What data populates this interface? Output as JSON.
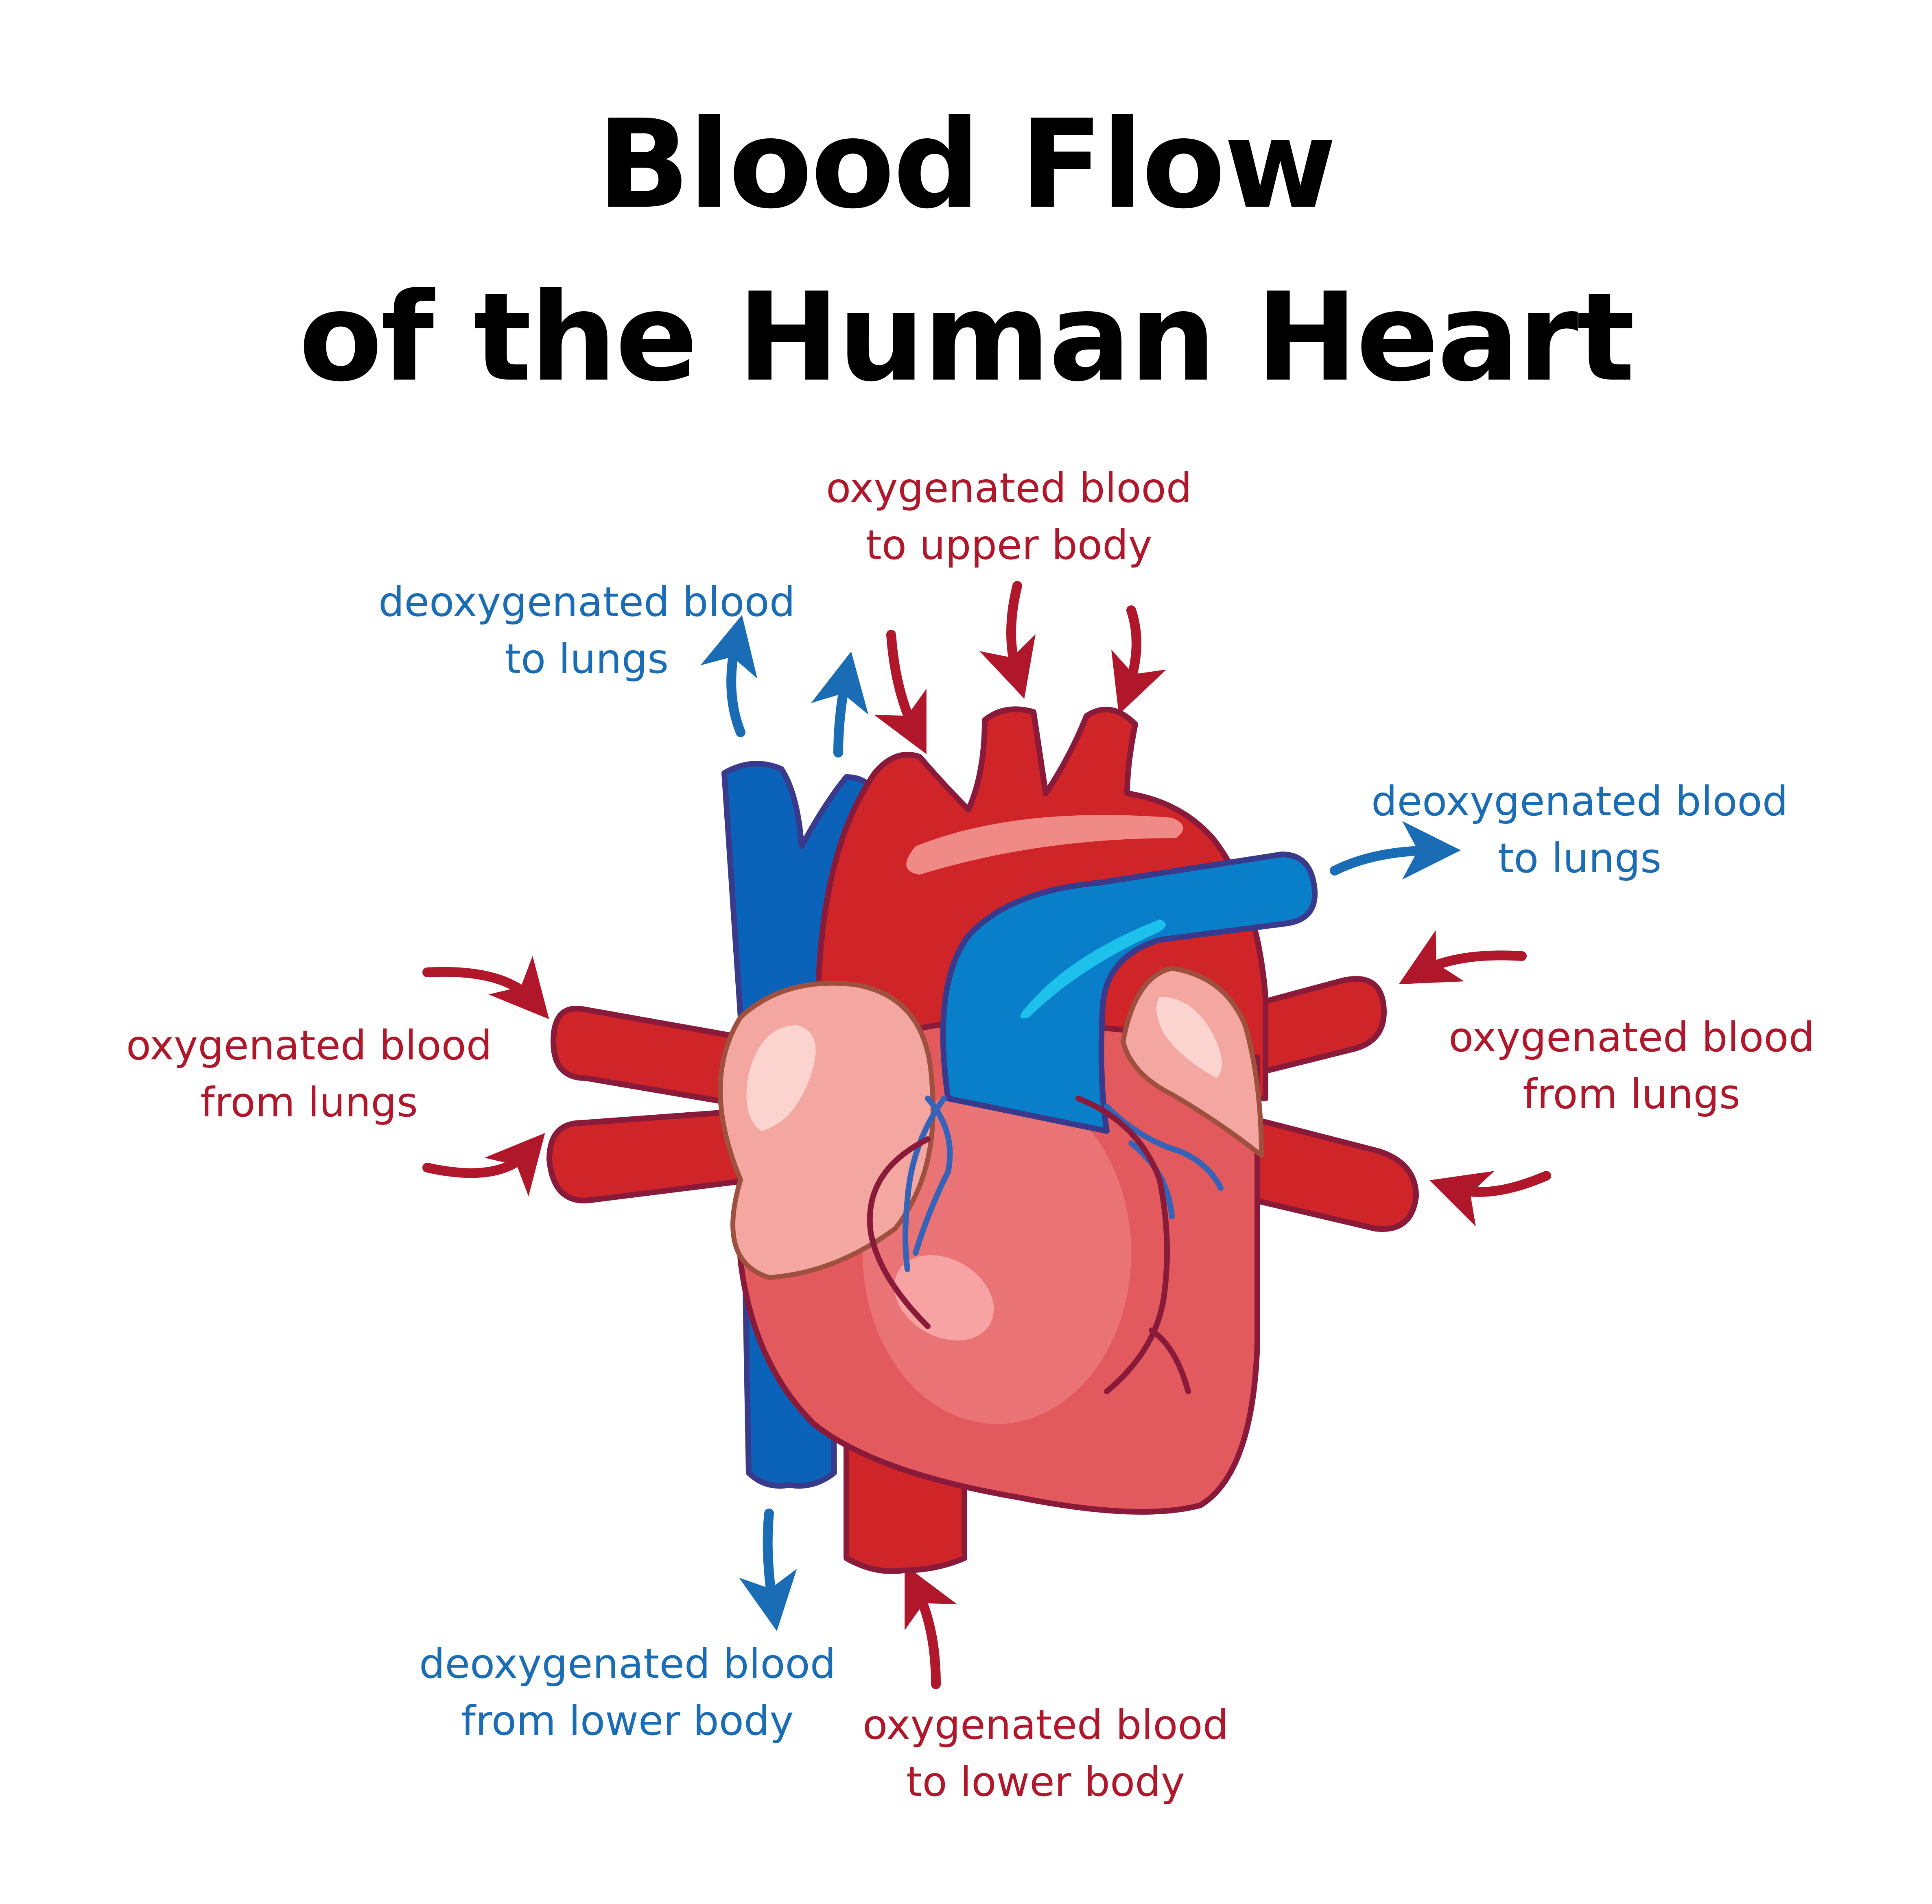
{
  "title": {
    "line1": "Blood Flow",
    "line2": "of the Human Heart"
  },
  "colors": {
    "oxygenated": "#b0172a",
    "deoxygenated": "#1a6db5",
    "heart": "#e35a5e",
    "vessel_red": "#cf2528",
    "vessel_blue": "#0a63b8",
    "atrium": "#f4a6a0"
  },
  "labels": {
    "upper_body": {
      "line1": "oxygenated blood",
      "line2": "to upper body"
    },
    "lungs_top": {
      "line1": "deoxygenated blood",
      "line2": "to lungs"
    },
    "lungs_right": {
      "line1": "deoxygenated blood",
      "line2": "to lungs"
    },
    "from_lungs_l": {
      "line1": "oxygenated blood",
      "line2": "from lungs"
    },
    "from_lungs_r": {
      "line1": "oxygenated blood",
      "line2": "from lungs"
    },
    "lower_body_in": {
      "line1": "deoxygenated blood",
      "line2": "from lower body"
    },
    "lower_body_out": {
      "line1": "oxygenated blood",
      "line2": "to lower body"
    }
  }
}
